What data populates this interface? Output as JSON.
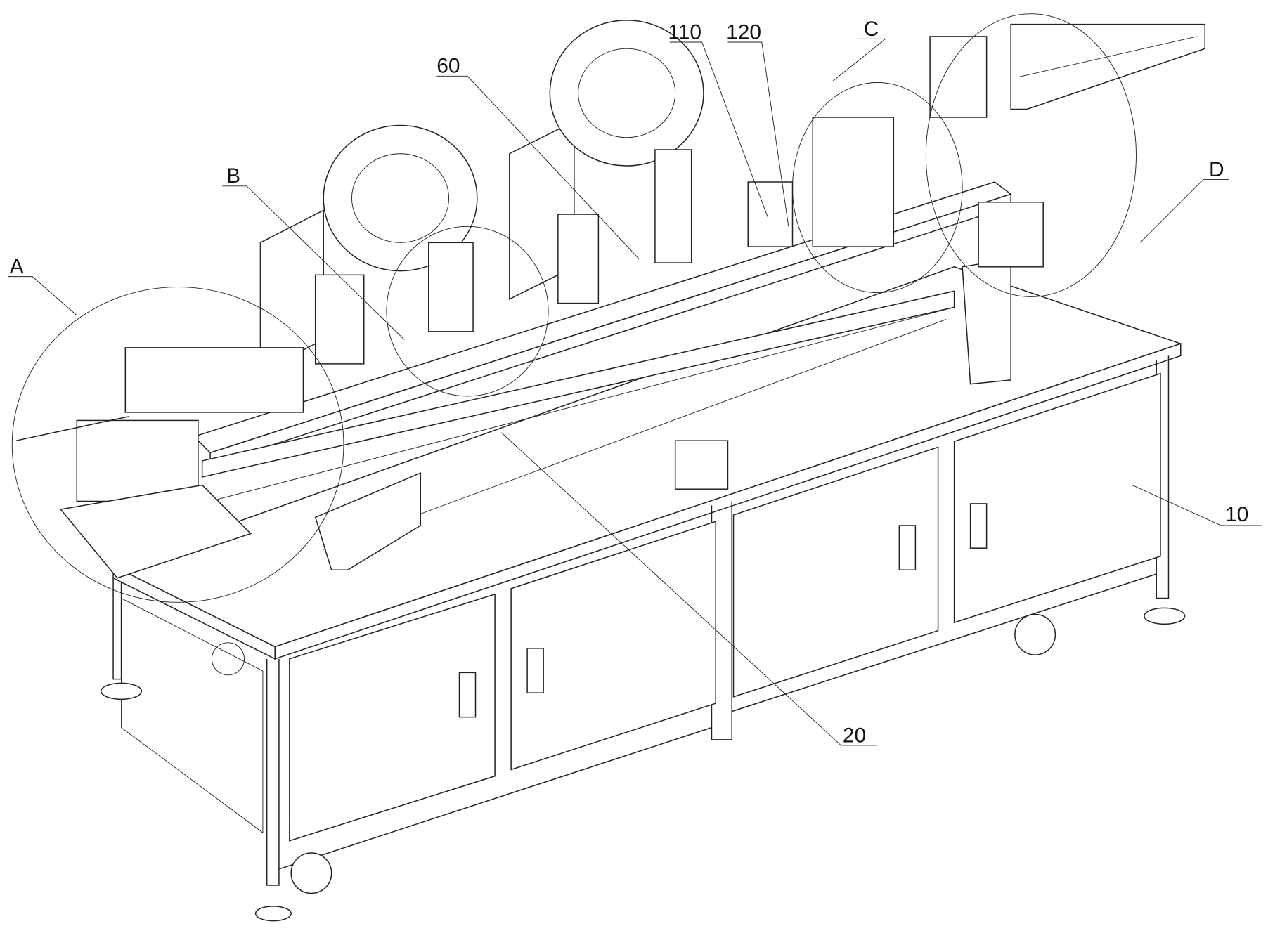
{
  "figure": {
    "type": "patent-perspective-drawing",
    "labels": {
      "A": "A",
      "B": "B",
      "C": "C",
      "D": "D",
      "n10": "10",
      "n20": "20",
      "n60": "60",
      "n110": "110",
      "n120": "120"
    }
  }
}
